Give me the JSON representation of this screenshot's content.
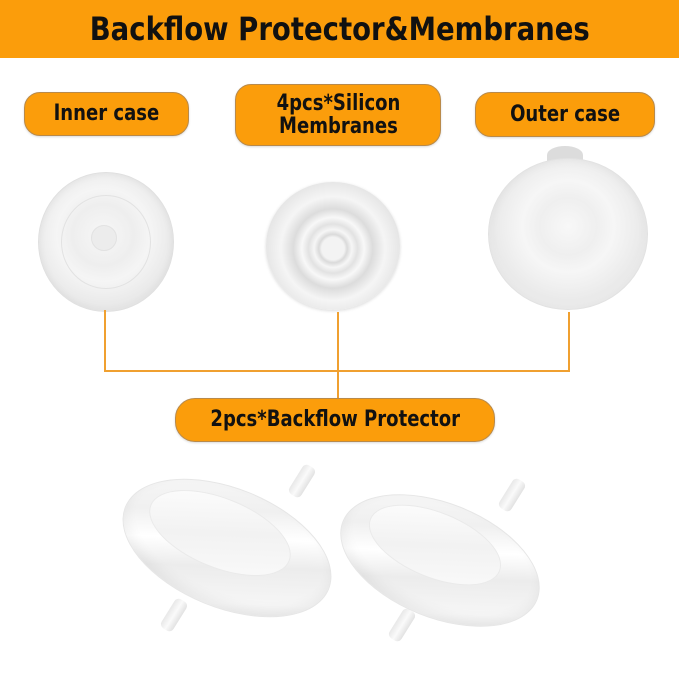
{
  "banner": {
    "title": "Backflow Protector&Membranes",
    "background_color": "#fb9d0b",
    "text_color": "#111111"
  },
  "labels": {
    "inner_case": "Inner case",
    "membranes_line1": "4pcs*Silicon",
    "membranes_line2": "Membranes",
    "outer_case": "Outer case",
    "backflow_protector": "2pcs*Backflow Protector"
  },
  "items": [
    {
      "name": "Inner case",
      "visual": "clear round disc"
    },
    {
      "name": "4pcs*Silicon Membranes",
      "visual": "white silicone membrane with concentric ridges"
    },
    {
      "name": "Outer case",
      "visual": "clear round cap with tab"
    },
    {
      "name": "2pcs*Backflow Protector",
      "visual": "two clear assembled backflow protectors"
    }
  ],
  "colors": {
    "accent_orange": "#fb9d0b",
    "connector_line": "#f0a030",
    "pill_border": "#b98a4a",
    "background": "#ffffff"
  }
}
